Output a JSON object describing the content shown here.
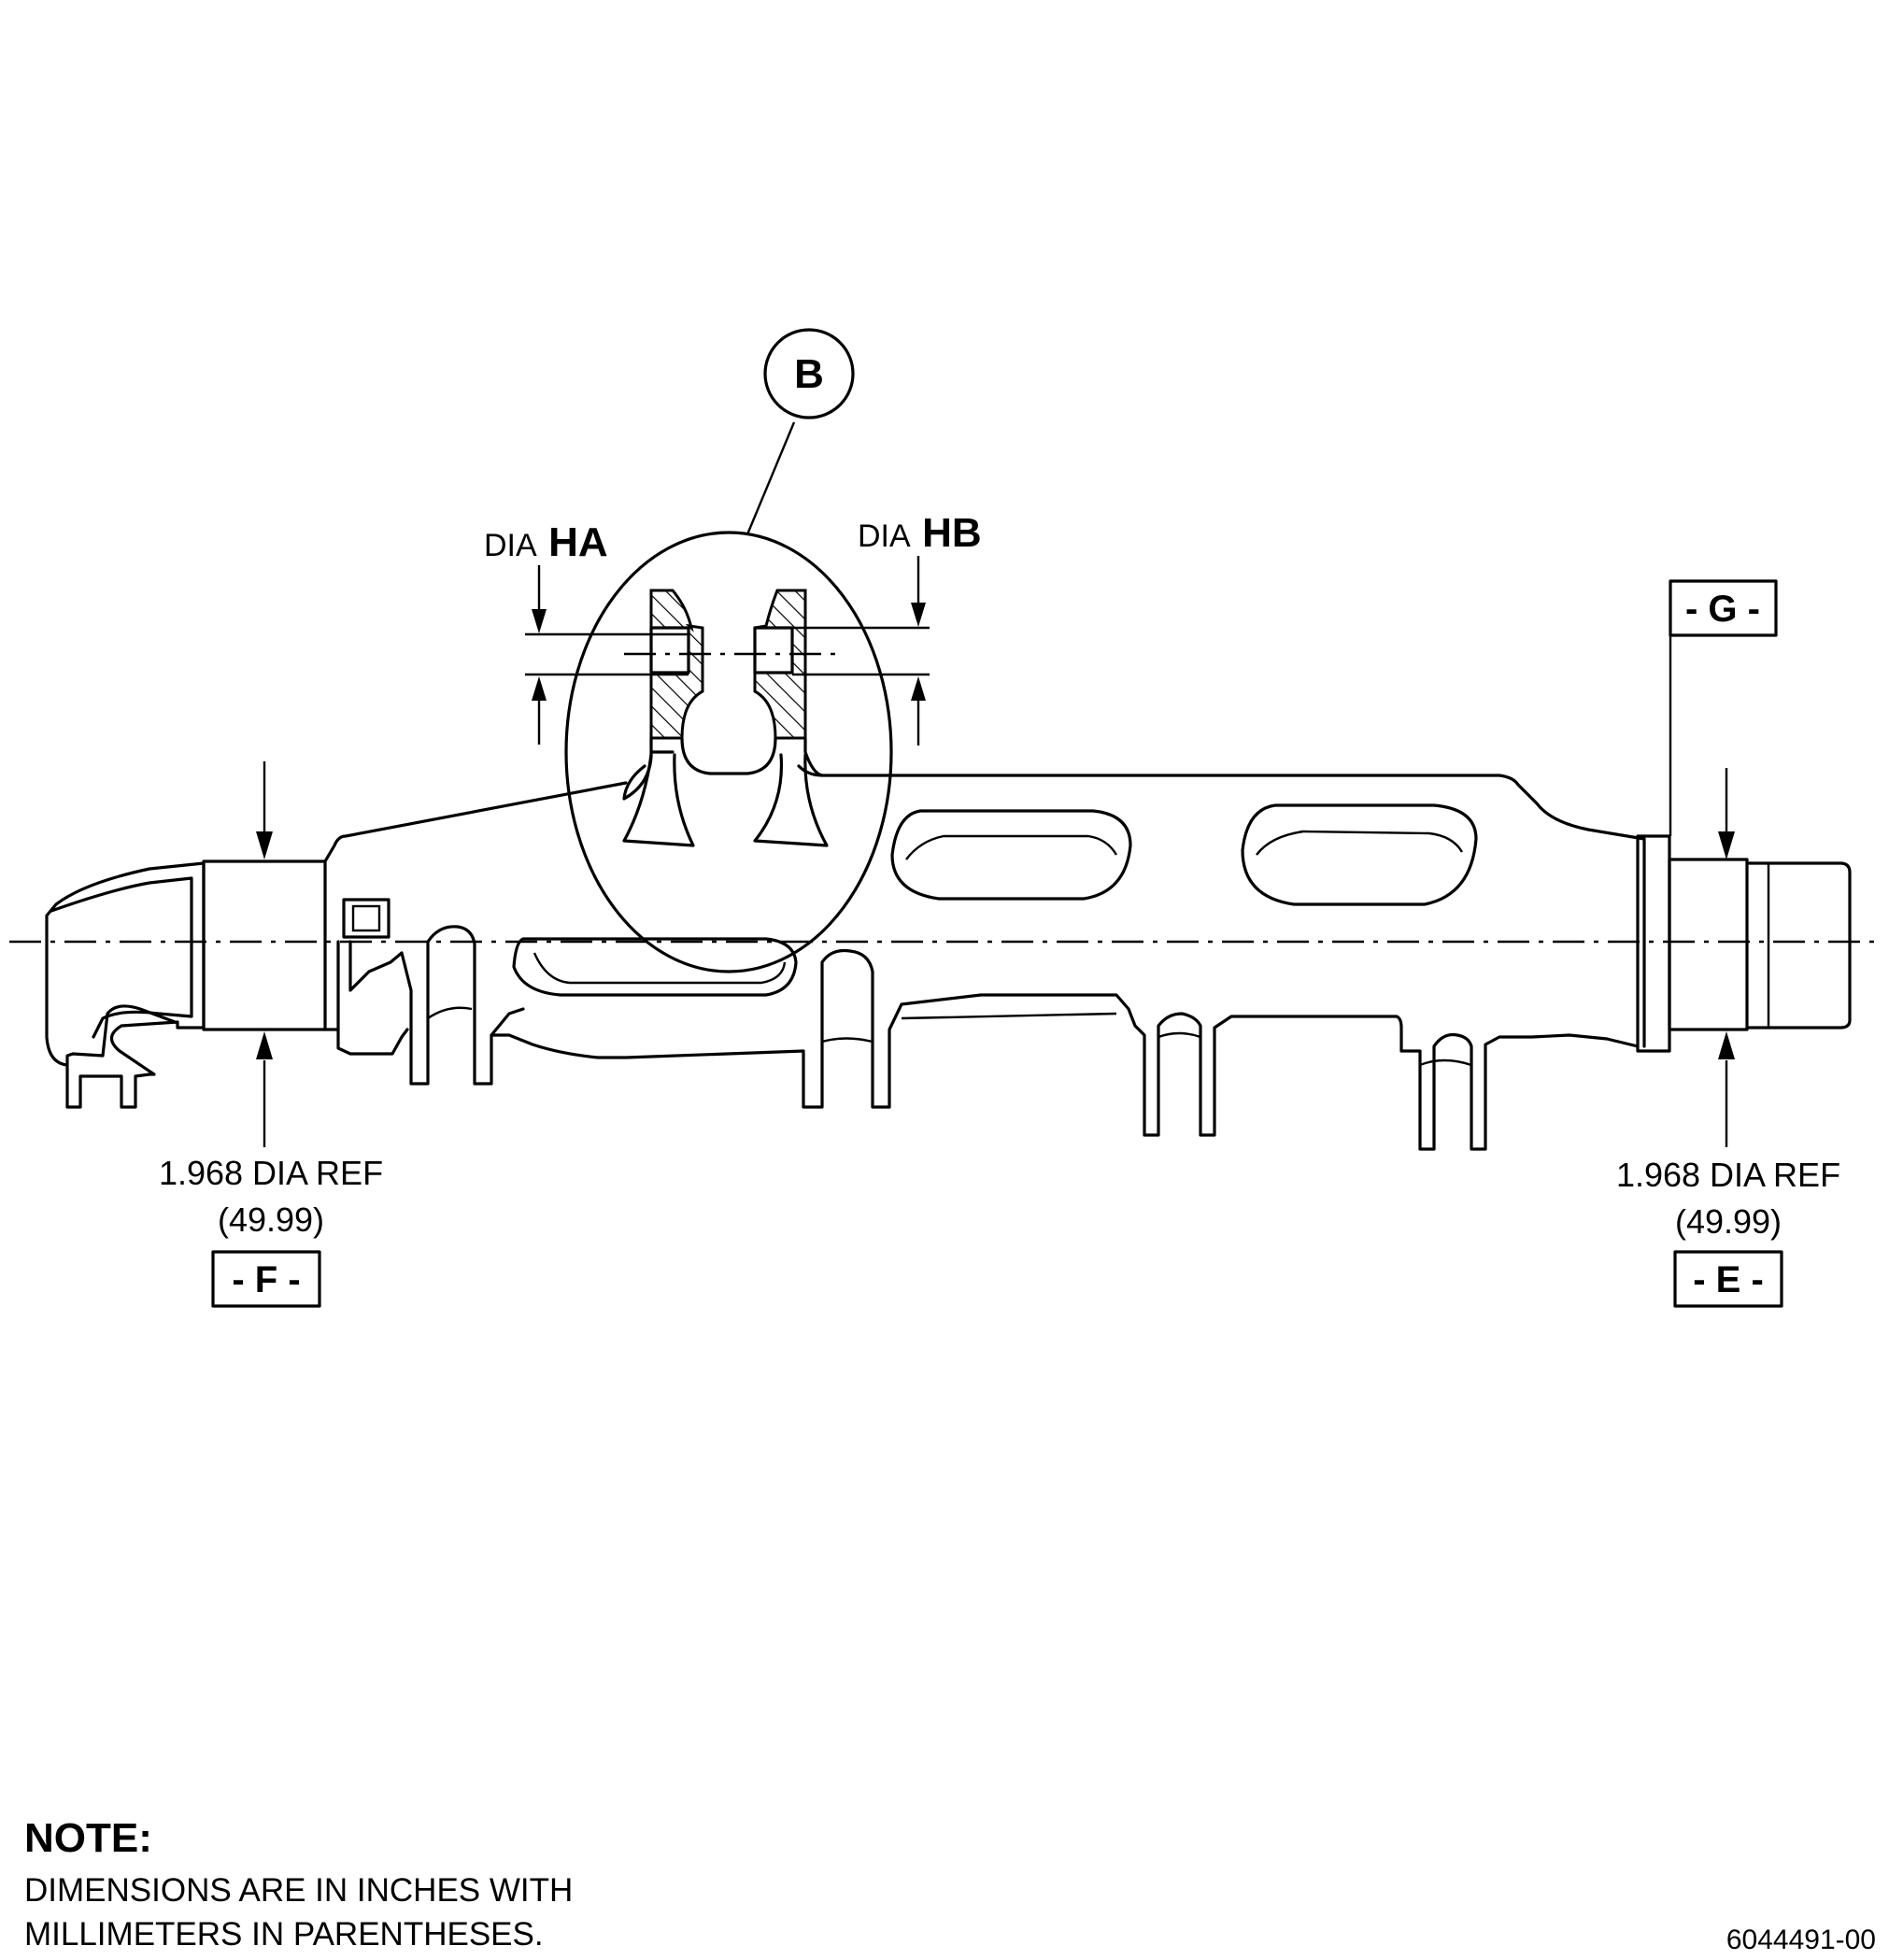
{
  "callout": {
    "label": "B"
  },
  "dia_ha": {
    "prefix": "DIA",
    "label": "HA"
  },
  "dia_hb": {
    "prefix": "DIA",
    "label": "HB"
  },
  "datums": {
    "g": "- G -",
    "f": "- F -",
    "e": "- E -"
  },
  "left_dimension": {
    "value": "1.968 DIA REF",
    "metric": "(49.99)"
  },
  "right_dimension": {
    "value": "1.968 DIA REF",
    "metric": "(49.99)"
  },
  "note": {
    "title": "NOTE:",
    "lines": [
      "DIMENSIONS ARE IN INCHES WITH",
      "MILLIMETERS IN PARENTHESES."
    ]
  },
  "figure_number": "6044491-00"
}
